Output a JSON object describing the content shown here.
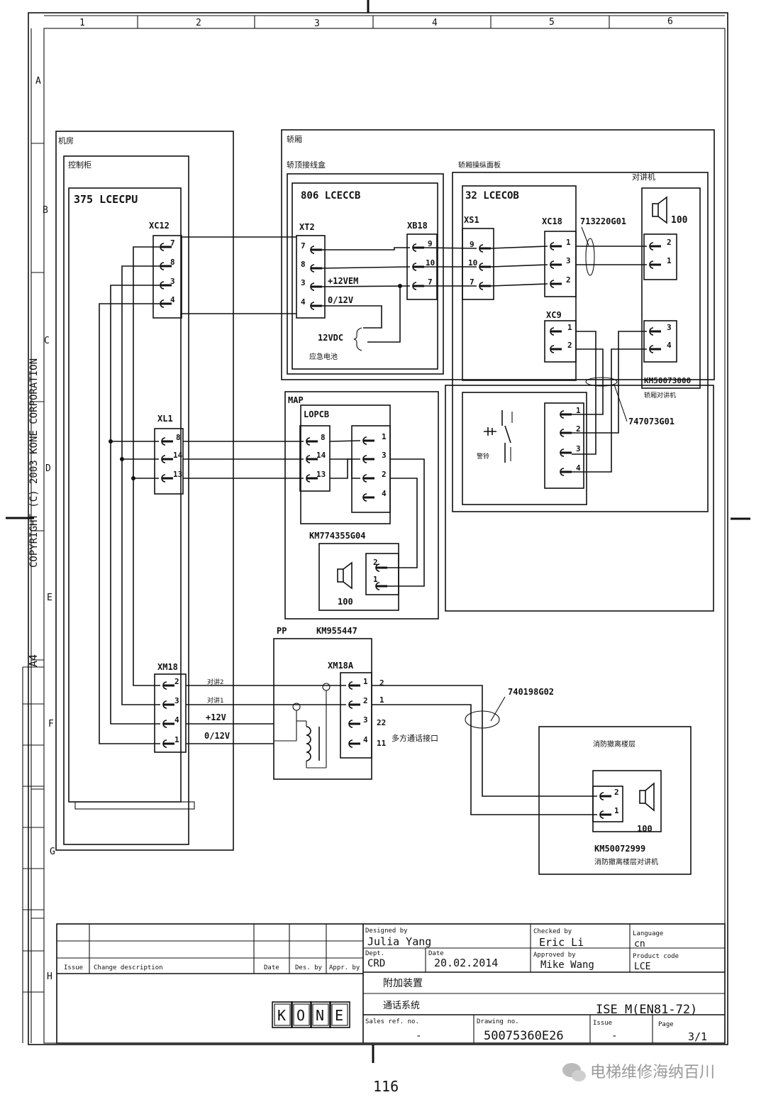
{
  "border": {
    "columns": [
      "1",
      "2",
      "3",
      "4",
      "5",
      "6"
    ],
    "rows": [
      "A",
      "B",
      "C",
      "D",
      "E",
      "F",
      "G",
      "H"
    ],
    "copyright": "COPYRIGHT (C) 2003 KONE CORPORATION",
    "sheet_size": "A4"
  },
  "machine_room": {
    "label": "机房",
    "cabinet_label": "控制柜",
    "board": "375 LCECPU",
    "xc12": {
      "name": "XC12",
      "pins": [
        "7",
        "8",
        "3",
        "4"
      ]
    },
    "xl1": {
      "name": "XL1",
      "pins": [
        "8",
        "14",
        "13"
      ]
    },
    "xm18": {
      "name": "XM18",
      "pins": [
        "2",
        "3",
        "4",
        "1"
      ],
      "signals": [
        "对讲2",
        "对讲1",
        "+12V",
        "0/12V"
      ]
    }
  },
  "car": {
    "label": "轿厢",
    "car_top_box": "轿顶接线盒",
    "board_ccb": "806 LCECCB",
    "xt2": {
      "name": "XT2",
      "pins": [
        "7",
        "8",
        "3",
        "4"
      ],
      "signals": [
        "+12VEM",
        "0/12V"
      ]
    },
    "xb18": {
      "name": "XB18",
      "pins": [
        "9",
        "10",
        "7"
      ]
    },
    "battery": "12VDC",
    "battery_label": "应急电池",
    "cop_label": "轿厢操纵面板",
    "board_cob": "32 LCECOB",
    "xs1": {
      "name": "XS1",
      "pins": [
        "9",
        "10",
        "7"
      ]
    },
    "xc18": {
      "name": "XC18",
      "pins": [
        "1",
        "3",
        "2"
      ]
    },
    "cable1": "713220G01",
    "intercom_label": "对讲机",
    "intercom_pins_a": [
      "2",
      "1"
    ],
    "intercom_pins_b": [
      "3",
      "4"
    ],
    "speaker_value": "100",
    "intercom_part": "KM50073000",
    "intercom_name": "轿厢对讲机",
    "xc9": {
      "name": "XC9",
      "pins": [
        "1",
        "2"
      ]
    },
    "alarm_label": "警铃",
    "alarm_pins": [
      "1",
      "2",
      "3",
      "4"
    ],
    "cable2": "747073G01"
  },
  "map": {
    "label": "MAP",
    "board": "LOPCB",
    "pins_left": [
      "8",
      "14",
      "13"
    ],
    "pins_right": [
      "1",
      "3",
      "2",
      "4"
    ],
    "part": "KM774355G04",
    "speaker_pins": [
      "2",
      "1"
    ],
    "speaker_value": "100"
  },
  "pp": {
    "label": "PP",
    "part": "KM955447",
    "connector": "XM18A",
    "pins": [
      "1",
      "2",
      "3",
      "4"
    ],
    "outputs": [
      "2",
      "1",
      "22",
      "11"
    ],
    "interface_label": "多方通话接口"
  },
  "fire": {
    "cable": "740198G02",
    "label": "消防撤离楼层",
    "pins": [
      "2",
      "1"
    ],
    "speaker_value": "100",
    "part": "KM50072999",
    "name": "消防撤离楼层对讲机"
  },
  "title_block": {
    "issue_header": "Issue",
    "change_header": "Change description",
    "date_header": "Date",
    "des_header": "Des. by",
    "appr_header": "Appr. by",
    "designed_by_label": "Designed by",
    "designed_by": "Julia Yang",
    "checked_by_label": "Checked by",
    "checked_by": "Eric Li",
    "language_label": "Language",
    "language": "cn",
    "dept_label": "Dept.",
    "dept": "CRD",
    "date_label": "Date",
    "date": "20.02.2014",
    "approved_by_label": "Approved by",
    "approved_by": "Mike Wang",
    "product_code_label": "Product code",
    "product_code": "LCE",
    "title1": "附加装置",
    "title2": "通话系统",
    "model": "ISE M(EN81-72)",
    "sales_ref_label": "Sales ref. no.",
    "sales_ref": "-",
    "drawing_no_label": "Drawing no.",
    "drawing_no": "50075360E26",
    "issue_label": "Issue",
    "issue": "-",
    "page_label": "Page",
    "page": "3/1",
    "logo": "KONE"
  },
  "page_number": "116",
  "watermark": "电梯维修海纳百川"
}
